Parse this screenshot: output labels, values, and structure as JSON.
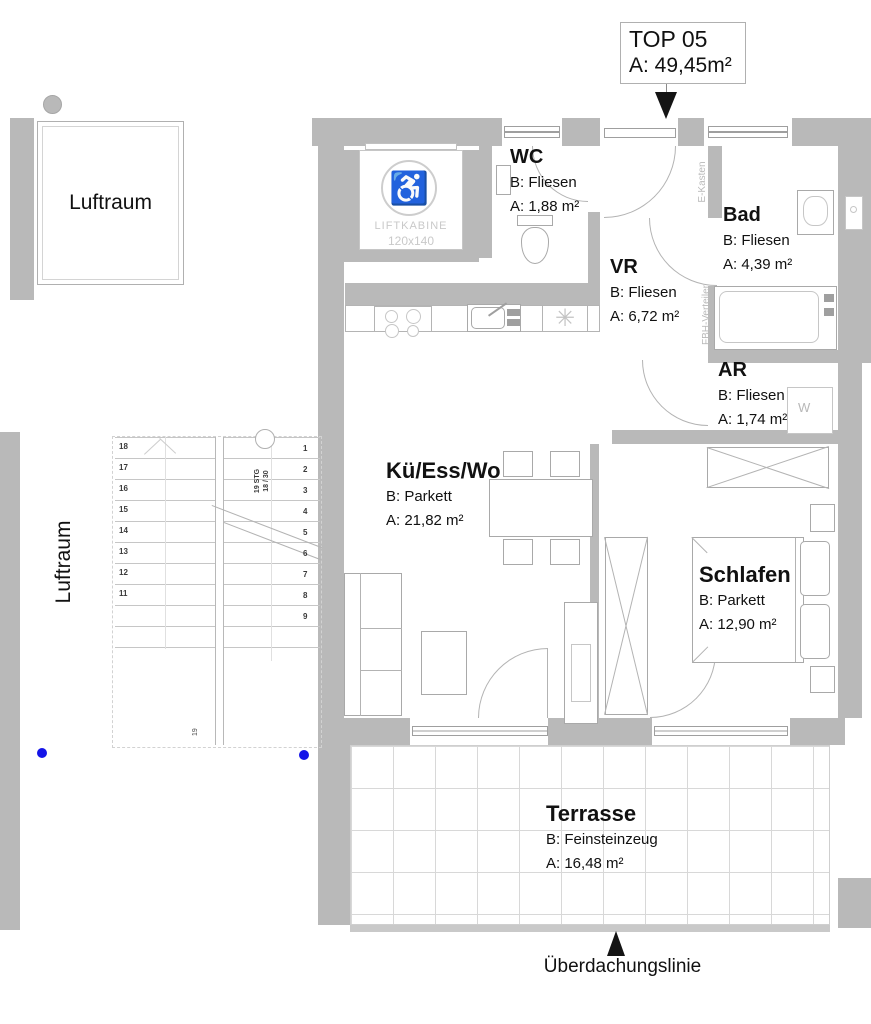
{
  "unit": {
    "name": "TOP 05",
    "area": "A: 49,45m²"
  },
  "rooms": [
    {
      "name": "WC",
      "floor": "B: Fliesen",
      "area": "A: 1,88 m²"
    },
    {
      "name": "Bad",
      "floor": "B: Fliesen",
      "area": "A: 4,39 m²"
    },
    {
      "name": "VR",
      "floor": "B: Fliesen",
      "area": "A: 6,72 m²"
    },
    {
      "name": "AR",
      "floor": "B: Fliesen",
      "area": "A: 1,74 m²"
    },
    {
      "name": "Kü/Ess/Wo",
      "floor": "B: Parkett",
      "area": "A: 21,82 m²"
    },
    {
      "name": "Schlafen",
      "floor": "B: Parkett",
      "area": "A: 12,90 m²"
    },
    {
      "name": "Terrasse",
      "floor": "B: Feinsteinzeug",
      "area": "A: 16,48 m²"
    }
  ],
  "annotations": {
    "luftraum_top": "Luftraum",
    "luftraum_left": "Luftraum",
    "lift_name": "LIFTKABINE",
    "lift_size": "120x140",
    "e_kasten": "E-Kasten",
    "fbh_verteiler": "FBH-Verteiler",
    "washer": "W",
    "stair_note_line1": "19 STG",
    "stair_note_line2": "18 / 30",
    "stair_small_label": "19",
    "roof_line": "Überdachungslinie"
  },
  "stairs": {
    "left_numbers": [
      "18",
      "17",
      "16",
      "15",
      "14",
      "13",
      "12",
      "11"
    ],
    "right_numbers": [
      "1",
      "2",
      "3",
      "4",
      "5",
      "6",
      "7",
      "8",
      "9"
    ]
  },
  "icons": {
    "wheelchair": "♿",
    "kitchen_star": "✳"
  },
  "colors": {
    "wall": "#b9b9b9",
    "line": "#a9a9a9",
    "light": "#c9c9c9",
    "text": "#111111",
    "blue_dot": "#1414e8"
  }
}
